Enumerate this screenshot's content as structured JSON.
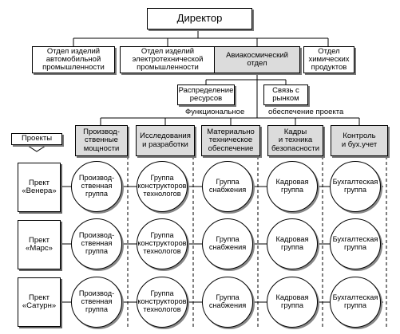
{
  "director": "Директор",
  "departments": [
    "Отдел изделий\nавтомобильной\nпромышленности",
    "Отдел изделий\nэлектротехнической\nпромышленности",
    "Авиакосмический\nотдел",
    "Отдел\nхимических\nпродуктов"
  ],
  "sub_units": {
    "resources": "Распределение\nресурсов",
    "market": "Связь с\nрынком"
  },
  "labels": {
    "functional": "Функциональное",
    "project_support": "обеспечение проекта"
  },
  "projects_header": "Проекты",
  "functions": [
    "Производ-\nственные\nмощности",
    "Исследования\nи разработки",
    "Материально\nтехническое\nобеспечение",
    "Кадры\nи техника\nбезопасности",
    "Контроль\nи бух.учет"
  ],
  "projects": [
    {
      "name": "Прект\n«Венера»",
      "groups": [
        "Производ-\nственная\nгруппа",
        "Группа\nконструкторов\nтехнологов",
        "Группа\nснабжения",
        "Кадровая\nгруппа",
        "Бухгалтеская\nгруппа"
      ]
    },
    {
      "name": "Прект\n«Марс»",
      "groups": [
        "Производ-\nственная\nгруппа",
        "Группа\nконструкторов\nтехнологов",
        "Группа\nснабжения",
        "Кадровая\nгруппа",
        "Бухгалтеская\nгруппа"
      ]
    },
    {
      "name": "Прект\n«Сатурн»",
      "groups": [
        "Производ-\nственная\nгруппа",
        "Группа\nконструкторов\nтехнологов",
        "Группа\nснабжения",
        "Кадровая\nгруппа",
        "Бухгалтеская\nгруппа"
      ]
    }
  ]
}
